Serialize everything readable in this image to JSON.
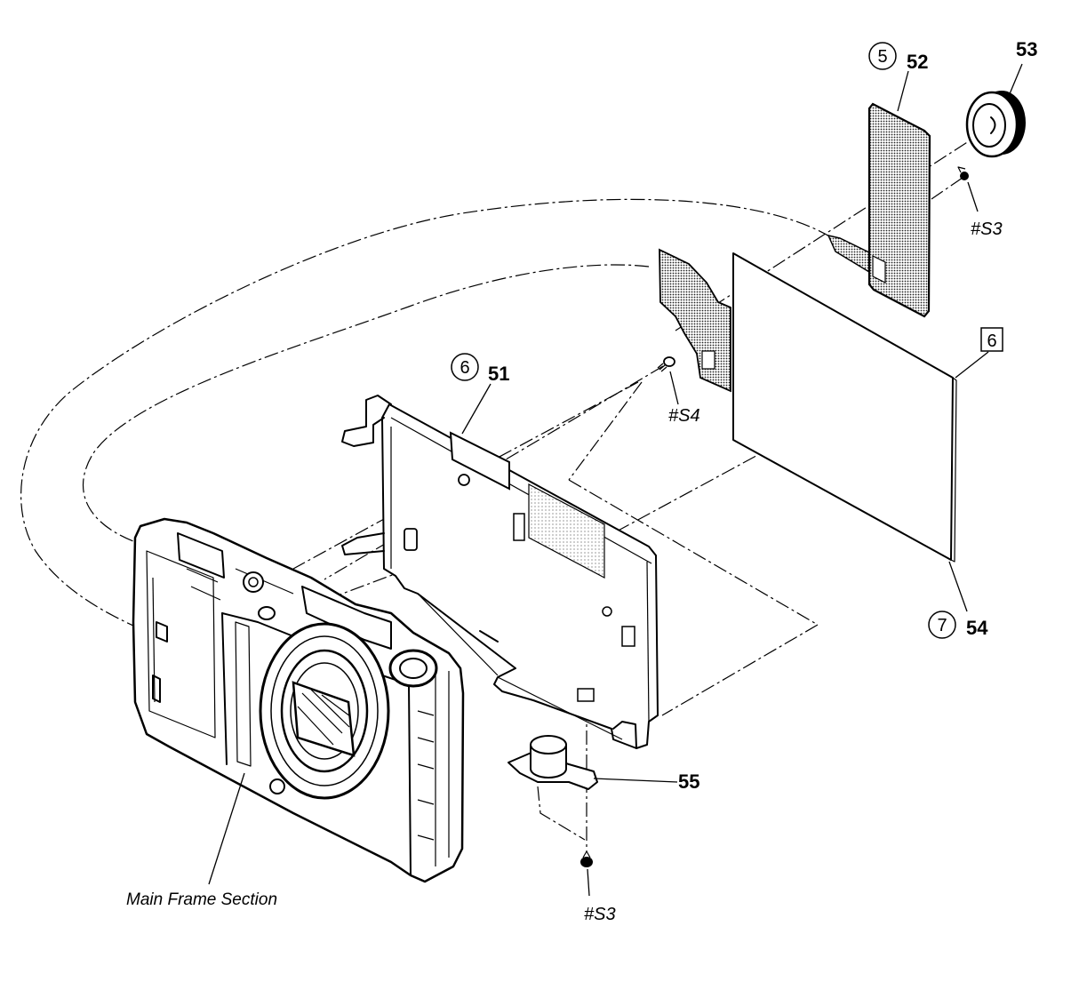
{
  "callouts": {
    "ref_52": "5",
    "part_52": "52",
    "part_53": "53",
    "screw_s3_top": "#S3",
    "box_ref_54": "6",
    "ref_51": "6",
    "part_51": "51",
    "screw_s4": "#S4",
    "ref_54": "7",
    "part_54": "54",
    "part_55": "55",
    "screw_s3_bottom": "#S3",
    "main_frame": "Main Frame Section"
  }
}
